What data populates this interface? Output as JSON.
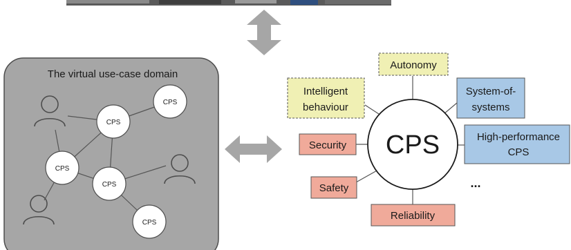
{
  "colors": {
    "panel_fill": "#a6a6a6",
    "yellow_fill": "#f0f0b4",
    "blue_fill": "#a8c8e6",
    "red_fill": "#f0aa9a",
    "arrow": "#a6a6a6"
  },
  "left_panel": {
    "title": "The virtual use-case domain",
    "node_label": "CPS"
  },
  "center": {
    "label": "CPS"
  },
  "properties": {
    "autonomy": "Autonomy",
    "intelligent_line1": "Intelligent",
    "intelligent_line2": "behaviour",
    "sos_line1": "System-of-",
    "sos_line2": "systems",
    "hp_line1": "High-performance",
    "hp_line2": "CPS",
    "security": "Security",
    "safety": "Safety",
    "reliability": "Reliability",
    "more": "..."
  }
}
